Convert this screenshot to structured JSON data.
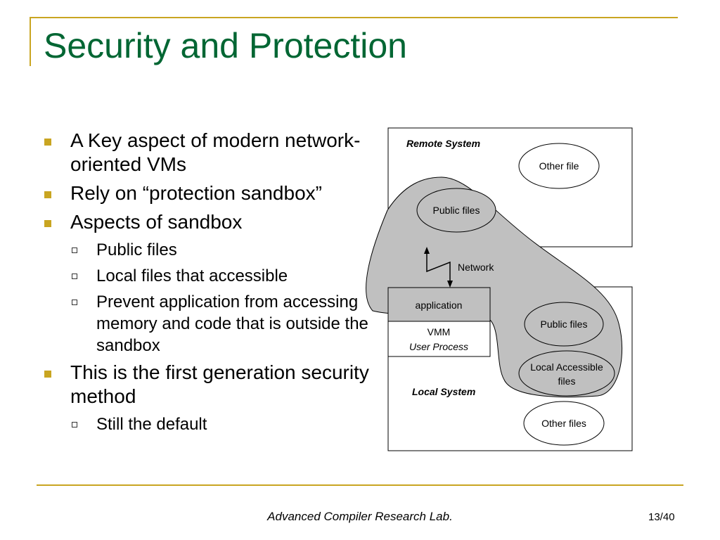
{
  "slide": {
    "title": "Security and Protection",
    "bullets": [
      {
        "text": "A Key aspect of modern network-oriented VMs"
      },
      {
        "text": "Rely on “protection sandbox”"
      },
      {
        "text": "Aspects of sandbox",
        "sub": [
          "Public files",
          "Local files that accessible",
          "Prevent application from accessing memory and code that is outside the sandbox"
        ]
      },
      {
        "text": "This is the first generation security method",
        "sub": [
          "Still the default"
        ]
      }
    ]
  },
  "diagram": {
    "remote_system_label": "Remote System",
    "remote_other_file": "Other file",
    "remote_public_files": "Public files",
    "network_label": "Network",
    "application_label": "application",
    "vmm_label": "VMM",
    "user_process_label": "User Process",
    "local_public_files": "Public files",
    "local_accessible_line1": "Local Accessible",
    "local_accessible_line2": "files",
    "local_system_label": "Local System",
    "local_other_files": "Other files",
    "sandbox_fill_color": "#c0c0c0"
  },
  "footer": {
    "lab_name": "Advanced Compiler Research Lab.",
    "page_number": "13/40"
  }
}
